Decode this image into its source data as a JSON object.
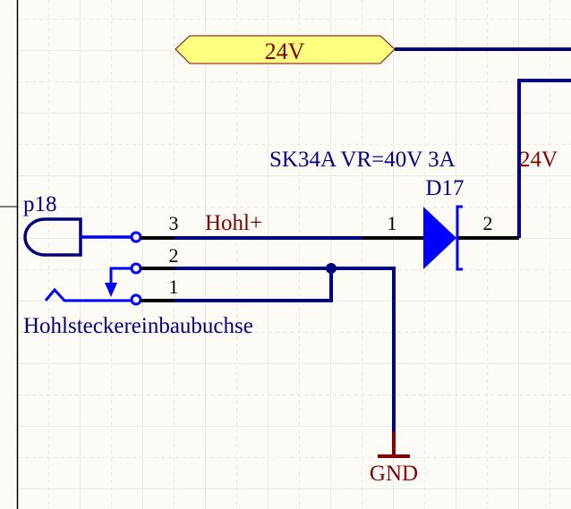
{
  "colors": {
    "background": "#fdfbf6",
    "grid": "#ebe9e3",
    "wire": "#000080",
    "component": "#0000ff",
    "pin": "#000000",
    "net_label": "#800000",
    "port_fill": "#ffff80",
    "designator": "#000080"
  },
  "power_port": {
    "label": "24V"
  },
  "net_labels": {
    "hohl_plus": "Hohl+",
    "vcc_24v": "24V"
  },
  "diode": {
    "designator": "D17",
    "comment": "SK34A VR=40V 3A",
    "pins": [
      "1",
      "2"
    ]
  },
  "connector": {
    "designator": "p18",
    "comment": "Hohlsteckereinbaubuchse",
    "pins": [
      "3",
      "2",
      "1"
    ]
  },
  "ground": {
    "label": "GND"
  }
}
